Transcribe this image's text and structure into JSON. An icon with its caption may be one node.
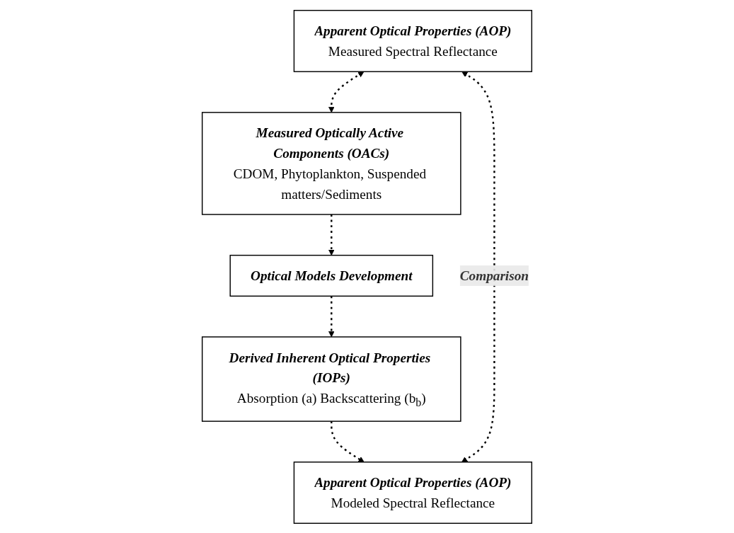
{
  "diagram": {
    "nodes": [
      {
        "text": [
          "Apparent Optical Properties (AOP)",
          "Measured Spectral Reflectance"
        ]
      },
      {
        "text": [
          "Measured Optically Active Components (OACs)",
          "CDOM, Phytoplankton, Suspended matters/Sediments"
        ]
      },
      {
        "text": [
          "Optical Models Development"
        ]
      },
      {
        "text": [
          "Apparent Optical Properties (AOP)",
          "Modeled Spectral Reflectance"
        ]
      },
      {
        "text": [
          "Derived Inherent Optical Properties (IOPs)",
          "Absorption (a) Backscattering (b$_{b}$)"
        ]
      }
    ],
    "edges": [
      {
        "from": 0,
        "to": 1,
        "arrow": "both",
        "style": "dashed"
      },
      {
        "from": 1,
        "to": 2,
        "arrow": "to",
        "style": "dashed"
      },
      {
        "from": 2,
        "to": 4,
        "arrow": "to",
        "style": "dashed"
      },
      {
        "from": 4,
        "to": 3,
        "arrow": "to",
        "style": "dashed"
      },
      {
        "from": 0,
        "to": 3,
        "arrow": "both",
        "style": "dashed",
        "label": "Comparison"
      }
    ]
  }
}
